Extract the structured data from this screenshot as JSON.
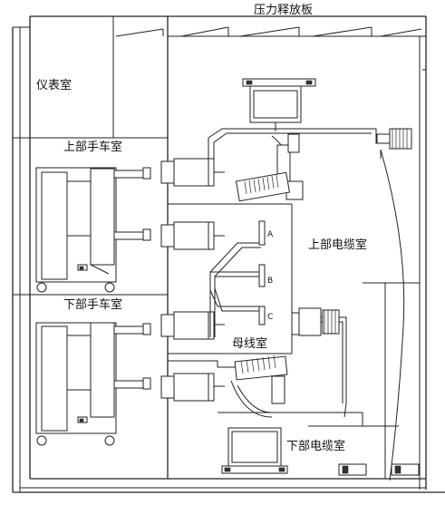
{
  "labels": {
    "pressure_relief": "压力释放板",
    "instrument_room": "仪表室",
    "upper_truck_room": "上部手车室",
    "lower_truck_room": "下部手车室",
    "upper_cable_room": "上部电缆室",
    "busbar_room": "母线室",
    "lower_cable_room": "下部电缆室",
    "phase_a": "A",
    "phase_b": "B",
    "phase_c": "C"
  }
}
